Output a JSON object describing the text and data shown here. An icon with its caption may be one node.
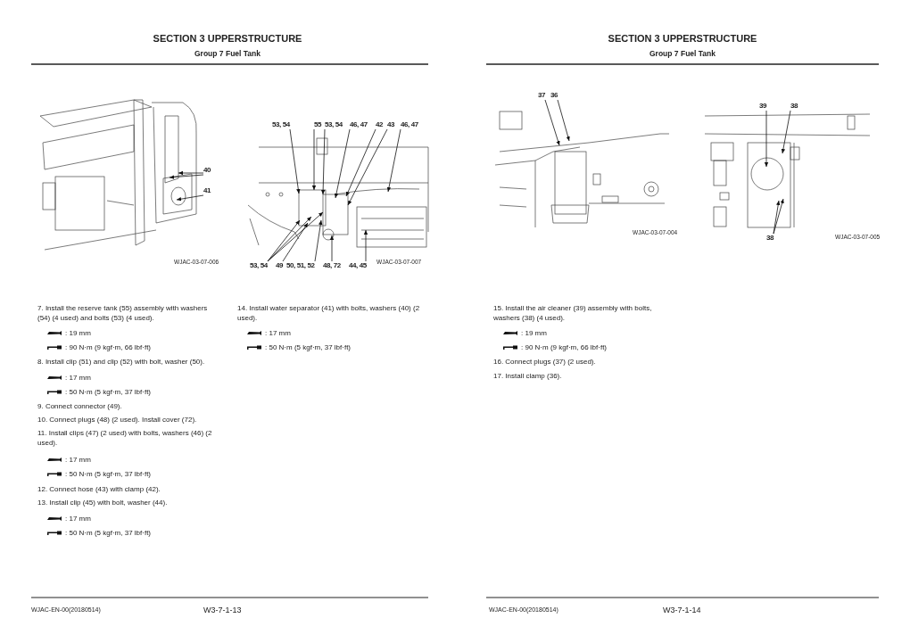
{
  "diagram": {
    "nodes": [
      {
        "text": [
          "40"
        ]
      },
      {
        "text": [
          "41"
        ]
      },
      {
        "text": [
          "53, 54"
        ]
      },
      {
        "text": [
          "55"
        ]
      },
      {
        "text": [
          "53, 54"
        ]
      },
      {
        "text": [
          "46, 47"
        ]
      },
      {
        "text": [
          "42"
        ]
      },
      {
        "text": [
          "43"
        ]
      },
      {
        "text": [
          "46, 47"
        ]
      },
      {
        "text": [
          "53, 54"
        ]
      },
      {
        "text": [
          "49"
        ]
      },
      {
        "text": [
          "50, 51, 52"
        ]
      },
      {
        "text": [
          "48, 72"
        ]
      },
      {
        "text": [
          "44, 45"
        ]
      },
      {
        "text": [
          "37"
        ]
      },
      {
        "text": [
          "36"
        ]
      },
      {
        "text": [
          "39"
        ]
      },
      {
        "text": [
          "38"
        ]
      },
      {
        "text": [
          "38"
        ]
      }
    ],
    "edges": [
      {
        "from": 0,
        "to": null,
        "arrow": "to"
      },
      {
        "from": 0,
        "to": null,
        "arrow": "to"
      },
      {
        "from": 1,
        "to": null,
        "arrow": "to"
      },
      {
        "from": 2,
        "to": null,
        "arrow": "to"
      },
      {
        "from": 3,
        "to": null,
        "arrow": "to"
      },
      {
        "from": 4,
        "to": null,
        "arrow": "to"
      },
      {
        "from": 5,
        "to": null,
        "arrow": "to"
      },
      {
        "from": 6,
        "to": null,
        "arrow": "to"
      },
      {
        "from": 7,
        "to": null,
        "arrow": "to"
      },
      {
        "from": 8,
        "to": null,
        "arrow": "to"
      },
      {
        "from": 9,
        "to": null,
        "arrow": "to"
      },
      {
        "from": 9,
        "to": null,
        "arrow": "to"
      },
      {
        "from": 9,
        "to": null,
        "arrow": "to"
      },
      {
        "from": 10,
        "to": null,
        "arrow": "to"
      },
      {
        "from": 11,
        "to": null,
        "arrow": "to"
      },
      {
        "from": 12,
        "to": null,
        "arrow": "to"
      },
      {
        "from": 13,
        "to": null,
        "arrow": "to"
      },
      {
        "from": 14,
        "to": null,
        "arrow": "to"
      },
      {
        "from": 15,
        "to": null,
        "arrow": "to"
      },
      {
        "from": 16,
        "to": null,
        "arrow": "to"
      },
      {
        "from": 17,
        "to": null,
        "arrow": "to"
      },
      {
        "from": 18,
        "to": null,
        "arrow": "to"
      },
      {
        "from": 18,
        "to": null,
        "arrow": "to"
      }
    ],
    "labels": [
      "SECTION 3 UPPERSTRUCTURE",
      "Group 7 Fuel Tank",
      "WJAC-03-07-006",
      "WJAC-03-07-007",
      "7. Install the reserve tank (55) assembly with washers (54) (4 used) and bolts (53) (4 used).",
      ": 19 mm",
      ": 90 N·m (9 kgf·m, 66 lbf·ft)",
      "8. Install clip (51) and clip (52) with bolt, washer (50).",
      ": 17 mm",
      ": 50 N·m (5 kgf·m, 37 lbf·ft)",
      "9. Connect connector (49).",
      "10. Connect plugs (48) (2 used). Install cover (72).",
      "11. Install clips (47) (2 used) with bolts, washers (46) (2 used).",
      ": 17 mm",
      ": 50 N·m (5 kgf·m, 37 lbf·ft)",
      "12. Connect hose (43) with clamp (42).",
      "13. Install clip (45) with bolt, washer (44).",
      ": 17 mm",
      ": 50 N·m (5 kgf·m, 37 lbf·ft)",
      "14. Install water separator (41) with bolts, washers (40) (2 used).",
      ": 17 mm",
      ": 50 N·m (5 kgf·m, 37 lbf·ft)",
      "WJAC-EN-00(20180514)",
      "W3-7-1-13",
      "SECTION 3 UPPERSTRUCTURE",
      "Group 7 Fuel Tank",
      "WJAC-03-07-004",
      "WJAC-03-07-005",
      "15. Install the air cleaner (39) assembly with bolts, washers (38) (4 used).",
      ": 19 mm",
      ": 90 N·m (9 kgf·m, 66 lbf·ft)",
      "16. Connect plugs (37) (2 used).",
      "17. Install clamp (36).",
      "WJAC-EN-00(20180514)",
      "W3-7-1-14"
    ]
  }
}
